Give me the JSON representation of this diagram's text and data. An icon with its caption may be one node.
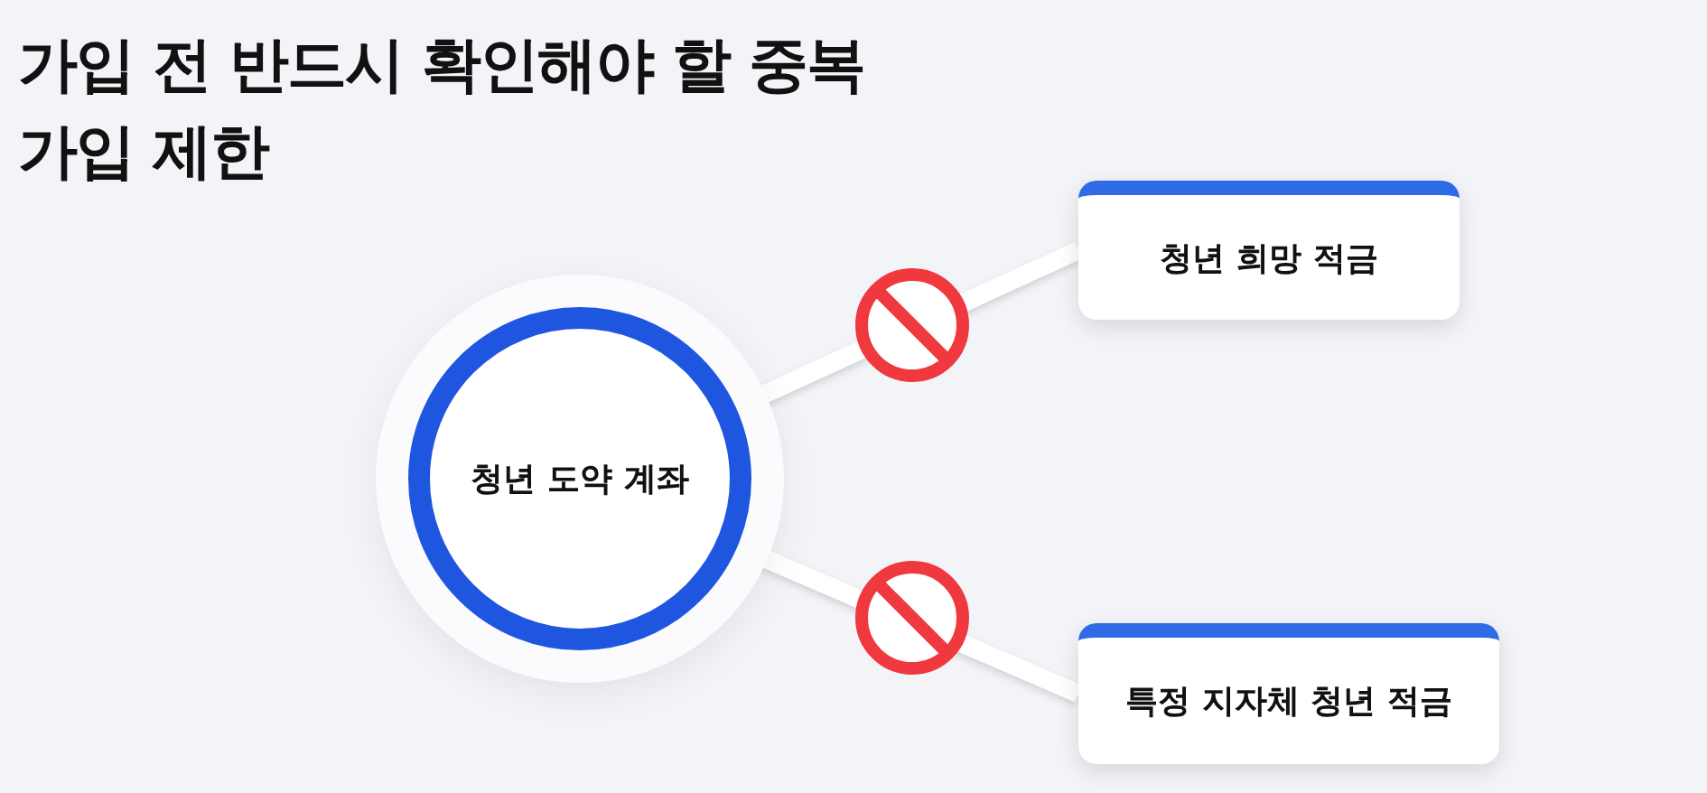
{
  "diagram": {
    "title": "가입 전 반드시 확인해야 할 중복 가입 제한",
    "nodes": [
      {
        "text": [
          "청년 도약 계좌"
        ]
      },
      {
        "text": [
          "청년 희망 적금"
        ]
      },
      {
        "text": [
          "특정 지자체 청년 적금"
        ]
      }
    ],
    "edges": [
      {
        "from": 0,
        "to": 1,
        "arrow": "none"
      },
      {
        "from": 0,
        "to": 2,
        "arrow": "none"
      }
    ]
  }
}
